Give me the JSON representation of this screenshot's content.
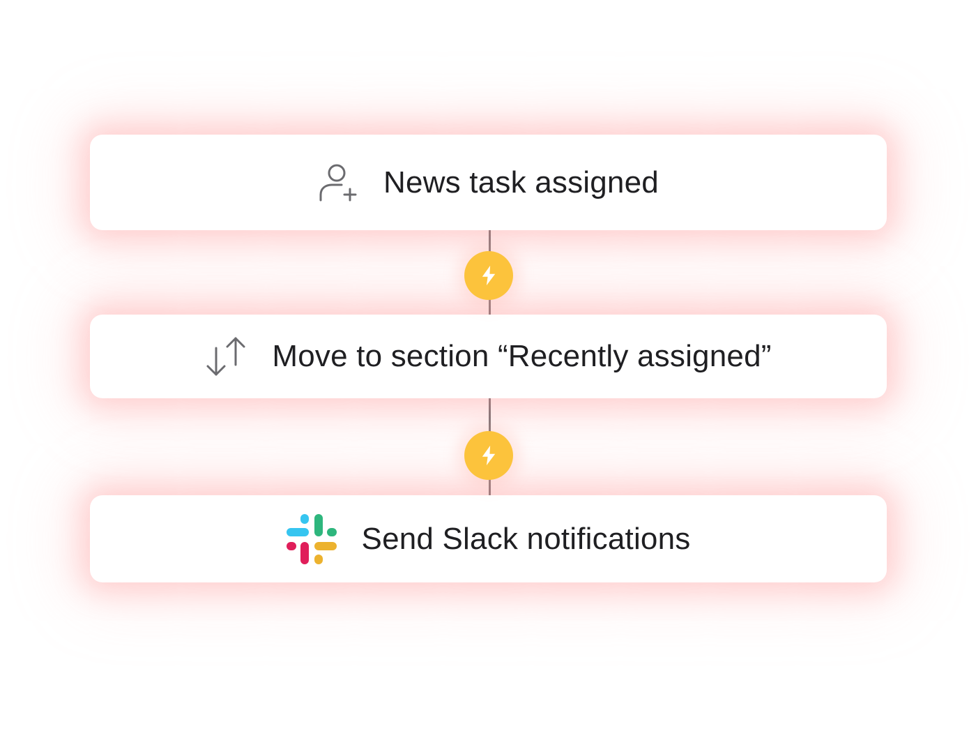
{
  "steps": [
    {
      "label": "News task assigned",
      "icon": "user-add-icon"
    },
    {
      "label": "Move to section “Recently assigned”",
      "icon": "swap-vertical-arrows-icon"
    },
    {
      "label": "Send Slack notifications",
      "icon": "slack-logo-icon"
    }
  ],
  "connectors": [
    {
      "icon": "lightning-bolt-icon"
    },
    {
      "icon": "lightning-bolt-icon"
    }
  ],
  "colors": {
    "badge": "#fcc33c",
    "line": "#6e6e72",
    "glow": "#ffb3b3",
    "text": "#1f1f22",
    "icon_stroke": "#6b6b6f",
    "slack_blue": "#36c5f0",
    "slack_green": "#2eb67d",
    "slack_red": "#e01e5a",
    "slack_yellow": "#ecb22e"
  }
}
